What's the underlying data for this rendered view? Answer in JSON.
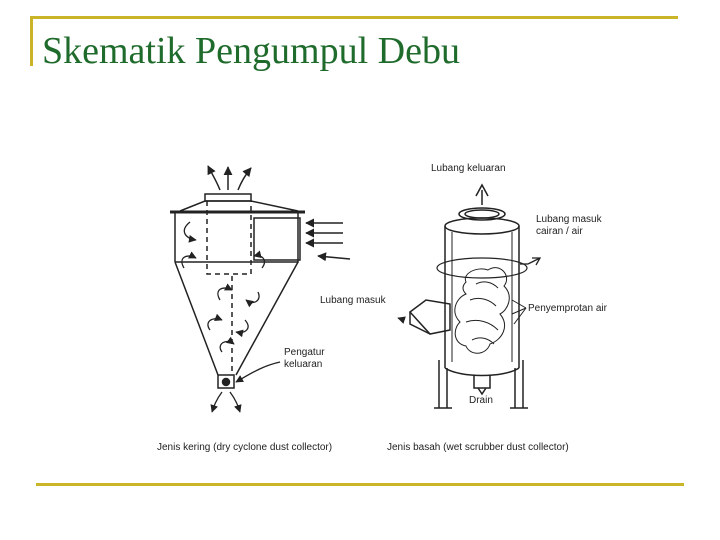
{
  "slide": {
    "title": "Skematik Pengumpul Debu",
    "title_color": "#1f6b2c",
    "rule_color": "#c9b527"
  },
  "dry_collector": {
    "label_inlet": "Lubang masuk",
    "label_outlet_regulator_line1": "Pengatur",
    "label_outlet_regulator_line2": "keluaran",
    "caption": "Jenis kering (dry cyclone dust collector)"
  },
  "wet_collector": {
    "label_outlet": "Lubang keluaran",
    "label_liquid_inlet_line1": "Lubang masuk",
    "label_liquid_inlet_line2": "cairan / air",
    "label_spray": "Penyemprotan air",
    "label_drain": "Drain",
    "caption": "Jenis basah (wet scrubber dust collector)"
  }
}
